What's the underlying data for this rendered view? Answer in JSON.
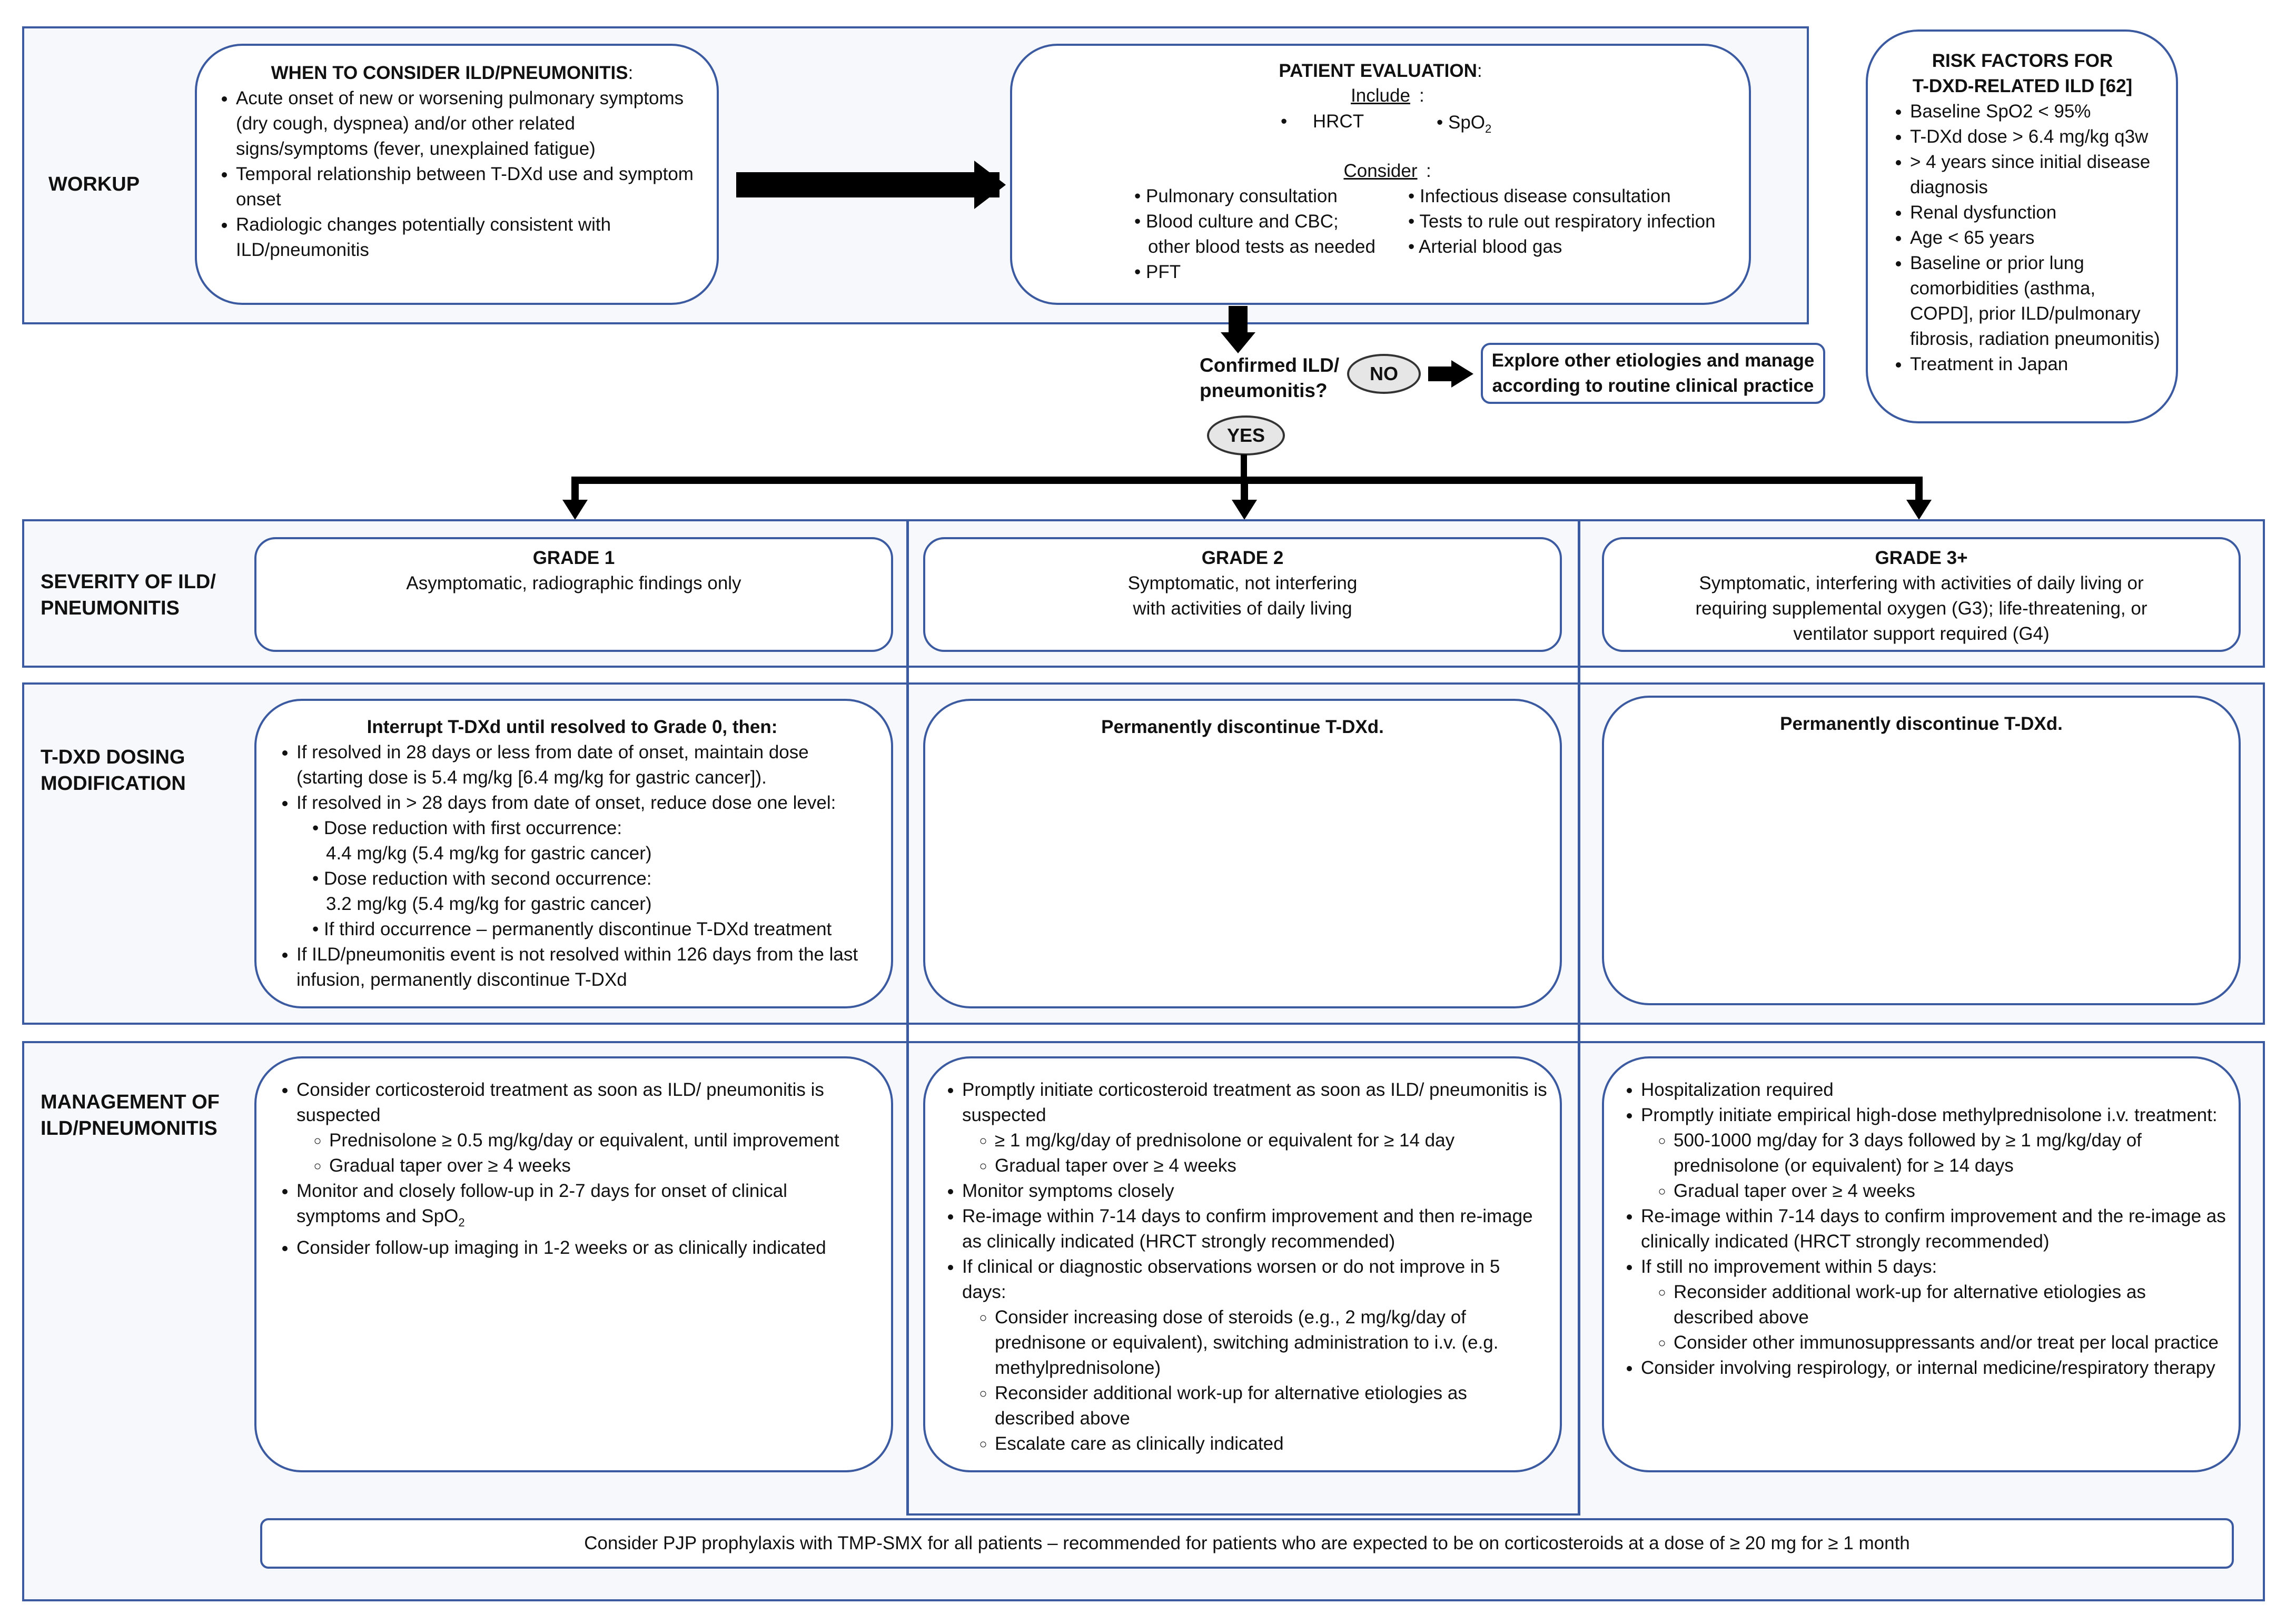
{
  "workup": {
    "label": "WORKUP",
    "when": {
      "title": "WHEN TO CONSIDER ILD/PNEUMONITIS",
      "colon": ":",
      "items": [
        "Acute onset of new or worsening pulmonary symptoms (dry cough, dyspnea) and/or other related signs/symptoms (fever, unexplained fatigue)",
        "Temporal relationship between T-DXd use and symptom onset",
        "Radiologic changes potentially consistent with ILD/pneumonitis"
      ]
    },
    "evaluation": {
      "title": "PATIENT EVALUATION",
      "colon": ":",
      "include_label": "Include",
      "include_items": [
        "HRCT",
        "SpO",
        "2"
      ],
      "consider_label": "Consider",
      "consider_left": [
        "Pulmonary consultation",
        "Blood culture and CBC;",
        "other blood tests as needed",
        "PFT"
      ],
      "consider_right": [
        "Infectious disease consultation",
        "Tests to rule out respiratory infection",
        "Arterial blood gas"
      ]
    }
  },
  "risk": {
    "title_line1": "RISK FACTORS FOR",
    "title_line2": "T-DXD-RELATED ILD [62]",
    "items": [
      "Baseline SpO2 < 95%",
      "T-DXd dose > 6.4 mg/kg q3w",
      "> 4 years since initial disease diagnosis",
      "Renal dysfunction",
      "Age < 65 years",
      "Baseline or prior lung comorbidities (asthma, COPD], prior ILD/pulmonary fibrosis, radiation pneumonitis)",
      "Treatment in Japan"
    ]
  },
  "decision": {
    "question": "Confirmed ILD/ pneumonitis?",
    "no": "NO",
    "yes": "YES",
    "explore": "Explore other etiologies and manage according to routine clinical practice"
  },
  "severity": {
    "label": "SEVERITY OF ILD/ PNEUMONITIS",
    "grade1": {
      "title": "GRADE 1",
      "text": "Asymptomatic, radiographic findings only"
    },
    "grade2": {
      "title": "GRADE 2",
      "text": "Symptomatic, not interfering with activities of daily living"
    },
    "grade3": {
      "title": "GRADE 3+",
      "text": "Symptomatic, interfering with activities of daily living or requiring supplemental oxygen (G3); life-threatening, or ventilator support required (G4)"
    }
  },
  "dosing": {
    "label": "T-DXD DOSING MODIFICATION",
    "grade1": {
      "title": "Interrupt T-DXd until resolved to Grade 0, then:",
      "item1": "If resolved in 28 days or less from date of onset, maintain dose (starting dose is 5.4 mg/kg [6.4 mg/kg for gastric cancer]).",
      "item2": "If resolved in > 28 days from date of onset, reduce dose one level:",
      "sub1_title": "Dose reduction with first occurrence:",
      "sub1_value": "4.4 mg/kg (5.4 mg/kg for gastric cancer)",
      "sub2_title": "Dose reduction with second occurrence:",
      "sub2_value": "3.2 mg/kg (5.4 mg/kg for gastric cancer)",
      "sub3": "If third occurrence – permanently discontinue T-DXd treatment",
      "item3": "If ILD/pneumonitis event is not resolved within 126 days from the last infusion, permanently discontinue T-DXd"
    },
    "grade2": "Permanently discontinue T-DXd.",
    "grade3": "Permanently discontinue T-DXd."
  },
  "management": {
    "label": "MANAGEMENT OF ILD/PNEUMONITIS",
    "grade1": {
      "item1": "Consider corticosteroid treatment as soon as ILD/ pneumonitis is suspected",
      "sub1a": "Prednisolone ≥ 0.5 mg/kg/day or equivalent, until improvement",
      "sub1b": "Gradual taper over ≥ 4 weeks",
      "item2": "Monitor and closely follow-up in 2-7 days for onset of clinical symptoms and SpO",
      "item2_sub": "2",
      "item3": "Consider follow-up imaging in 1-2 weeks or as clinically indicated"
    },
    "grade2": {
      "item1": "Promptly initiate corticosteroid treatment as soon as ILD/ pneumonitis is suspected",
      "sub1a": "≥ 1 mg/kg/day of prednisolone or equivalent for ≥ 14 day",
      "sub1b": "Gradual taper over ≥ 4 weeks",
      "item2": "Monitor symptoms closely",
      "item3": "Re-image within 7-14 days to confirm improvement and then re-image as clinically indicated (HRCT strongly recommended)",
      "item4": "If clinical or diagnostic observations worsen or do not improve in 5 days:",
      "sub4a": "Consider increasing dose of steroids (e.g., 2 mg/kg/day of prednisone or equivalent), switching administration to i.v. (e.g. methylprednisolone)",
      "sub4b": "Reconsider additional work-up for alternative etiologies as described above",
      "sub4c": "Escalate care as clinically indicated"
    },
    "grade3": {
      "item1": "Hospitalization required",
      "item2": "Promptly initiate empirical high-dose methylprednisolone i.v. treatment:",
      "sub2a": "500-1000 mg/day for 3 days followed by ≥ 1 mg/kg/day of prednisolone (or equivalent) for ≥ 14 days",
      "sub2b": "Gradual taper over ≥ 4 weeks",
      "item3": "Re-image within 7-14 days to confirm improvement and the re-image as clinically indicated (HRCT strongly recommended)",
      "item4": "If still no improvement within 5 days:",
      "sub4a": "Reconsider additional work-up for alternative etiologies as described above",
      "sub4b": "Consider other immunosuppressants and/or treat per local practice",
      "item5": "Consider involving respirology, or internal medicine/respiratory therapy"
    },
    "pjp": "Consider PJP prophylaxis with TMP-SMX for all patients – recommended for patients who are expected to be on corticosteroids at a dose of ≥ 20 mg for ≥ 1 month"
  },
  "colors": {
    "border": "#3b5aa0",
    "arrow": "#000000",
    "pill": "#e6e6e6"
  }
}
